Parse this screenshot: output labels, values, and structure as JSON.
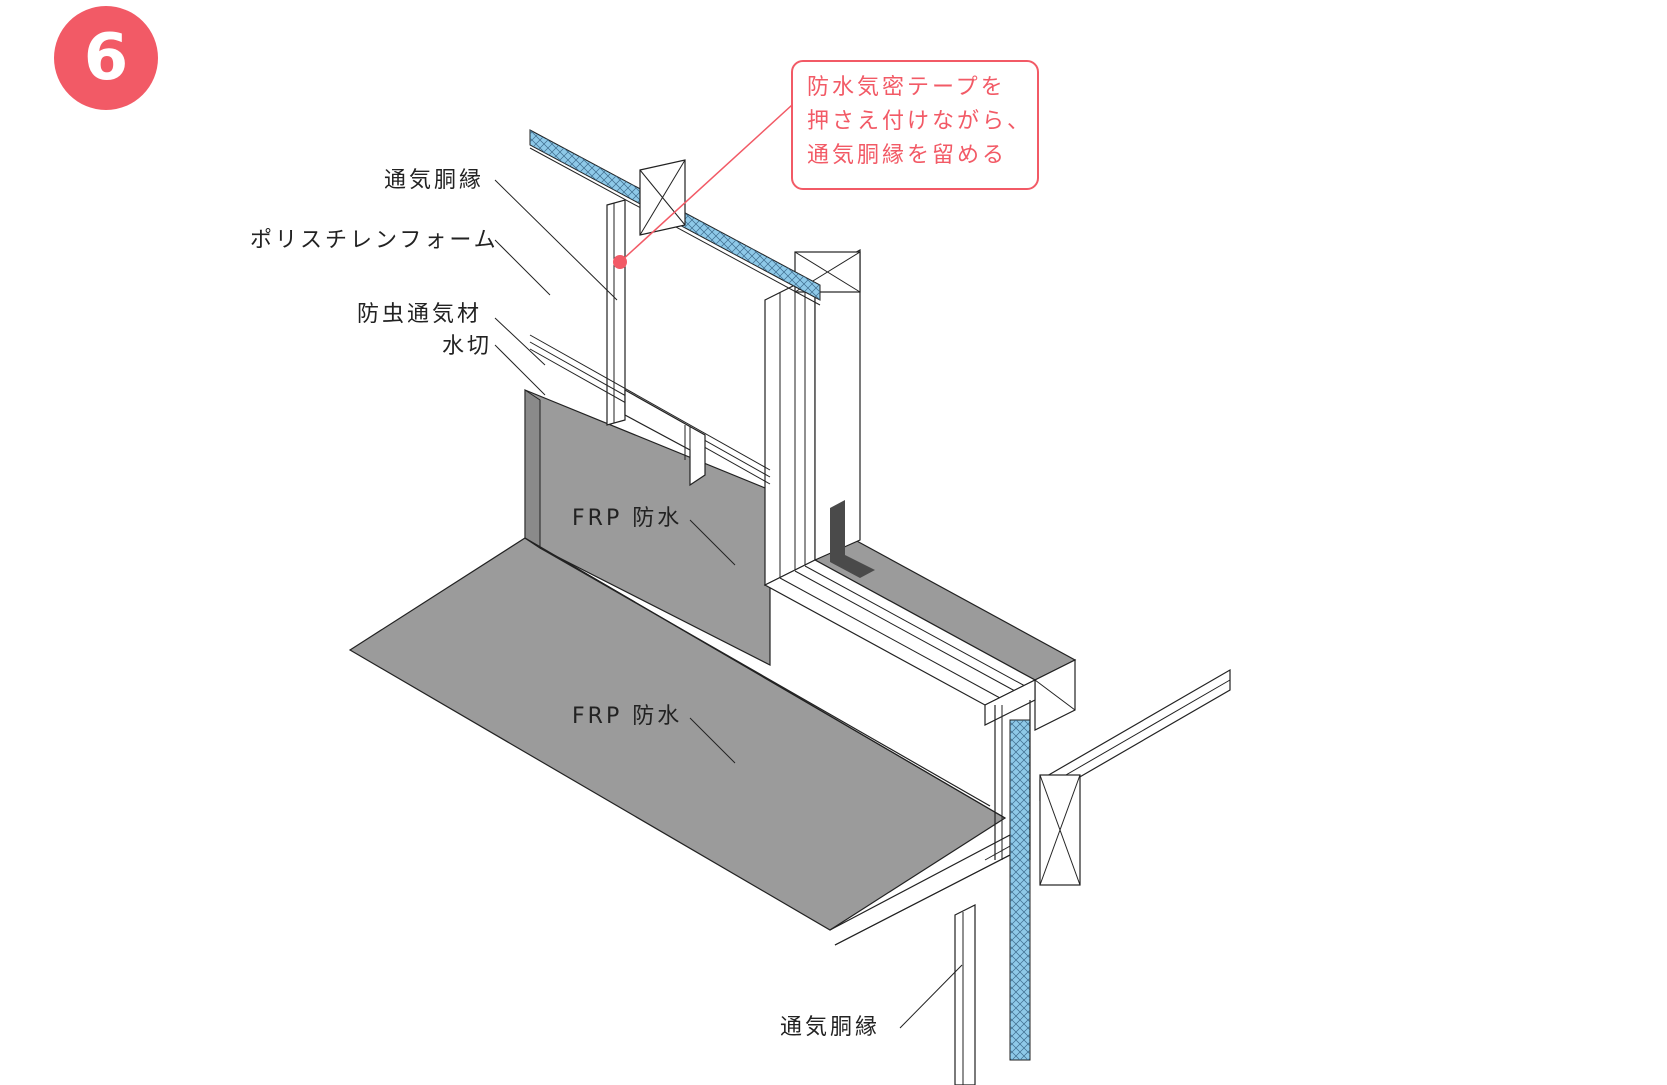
{
  "step_number": "6",
  "callout": {
    "lines": [
      "防水気密テープを",
      "押さえ付けながら、",
      "通気胴縁を留める"
    ]
  },
  "labels": {
    "furring_top": "通気胴縁",
    "polystyrene": "ポリスチレンフォーム",
    "insect_vent": "防虫通気材",
    "drip": "水切",
    "frp_upper": "FRP 防水",
    "frp_lower": "FRP 防水",
    "furring_bottom": "通気胴縁"
  },
  "colors": {
    "accent": "#f25a66",
    "waterproofing": "#9b9b9b",
    "insulation": "#8ec9e8",
    "line": "#222222"
  }
}
